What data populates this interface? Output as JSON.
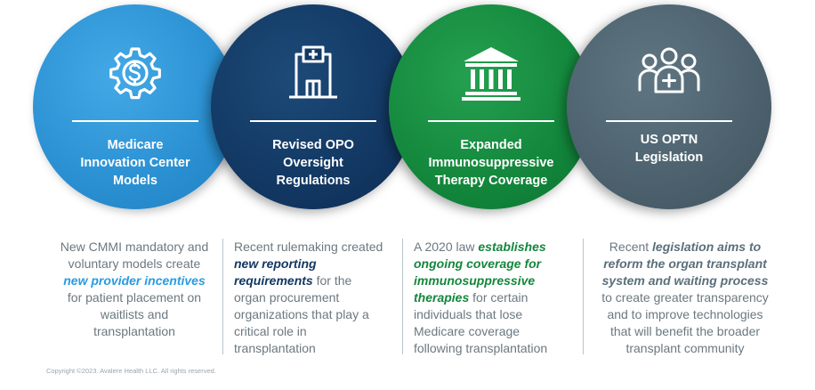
{
  "colors": {
    "blue": "#2a90d2",
    "navy": "#123863",
    "green": "#13873c",
    "slate": "#4c616d",
    "body_text": "#6b7880"
  },
  "items": [
    {
      "icon": "gear-dollar-icon",
      "title": "Medicare\nInnovation  Center\nModels",
      "desc_before": "New CMMI mandatory and voluntary  models create ",
      "desc_highlight": "new provider incentives",
      "desc_after": " for patient placement on waitlists and transplantation",
      "highlight_color": "#2a9be0"
    },
    {
      "icon": "hospital-building-icon",
      "title": "Revised  OPO\nOversight\nRegulations",
      "desc_before": "Recent rulemaking created ",
      "desc_highlight": "new reporting requirements",
      "desc_after": " for the organ procurement organizations that play a critical role in transplantation",
      "highlight_color": "#123863"
    },
    {
      "icon": "government-building-icon",
      "title": "Expanded\nImmunosuppressive\nTherapy  Coverage",
      "desc_before": "A 2020 law ",
      "desc_highlight": "establishes ongoing coverage for immunosuppressive therapies",
      "desc_after": " for certain individuals that lose Medicare coverage following transplantation",
      "highlight_color": "#13873c"
    },
    {
      "icon": "people-health-icon",
      "title": "US OPTN\nLegislation",
      "desc_before": "Recent ",
      "desc_highlight": "legislation  aims to reform the organ transplant system and waiting process",
      "desc_after": " to create greater transparency and to improve technologies that will benefit the broader transplant  community",
      "highlight_color": "#5a6f7b"
    }
  ],
  "copyright": "Copyright ©2023. Avalere Health LLC. All rights reserved."
}
